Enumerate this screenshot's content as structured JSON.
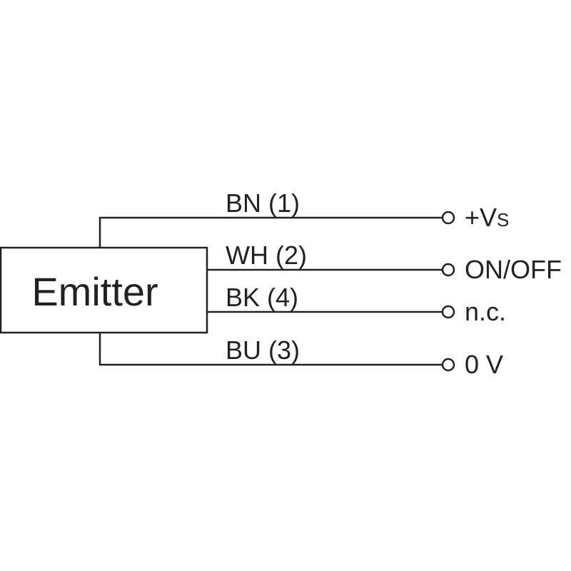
{
  "emitter": {
    "label": "Emitter"
  },
  "wires": [
    {
      "id": "bn",
      "label": "BN (1)",
      "terminal": "+V",
      "terminal_sub": "S"
    },
    {
      "id": "wh",
      "label": "WH (2)",
      "terminal": "ON/OFF"
    },
    {
      "id": "bk",
      "label": "BK (4)",
      "terminal": "n.c."
    },
    {
      "id": "bu",
      "label": "BU (3)",
      "terminal": "0 V"
    }
  ]
}
